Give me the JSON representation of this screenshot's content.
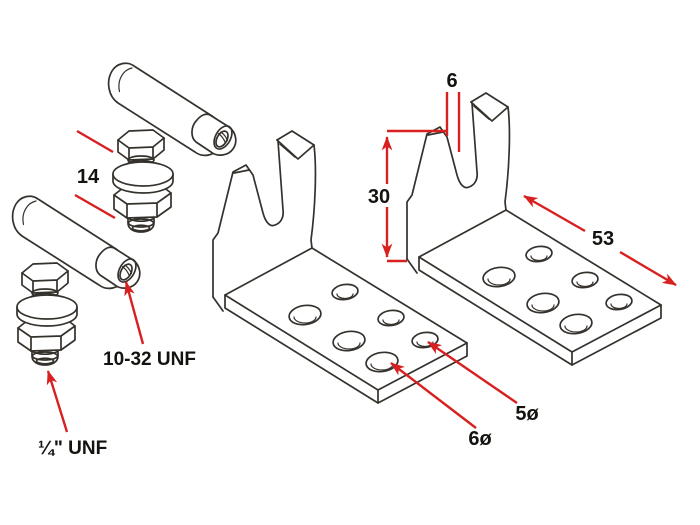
{
  "drawing": {
    "background": "#ffffff",
    "ink_color": "#35312c",
    "accent_red": "#d7201f",
    "annotations": {
      "nut_size": {
        "text": "14"
      },
      "slot_width": {
        "text": "6"
      },
      "bracket_height": {
        "text": "30"
      },
      "bracket_length": {
        "text": "53"
      },
      "small_hole_dia": {
        "text": "5ø"
      },
      "large_hole_dia": {
        "text": "6ø"
      },
      "top_thread": {
        "text": "10-32 UNF"
      },
      "stud_thread": {
        "text": "¼\" UNF"
      }
    }
  }
}
